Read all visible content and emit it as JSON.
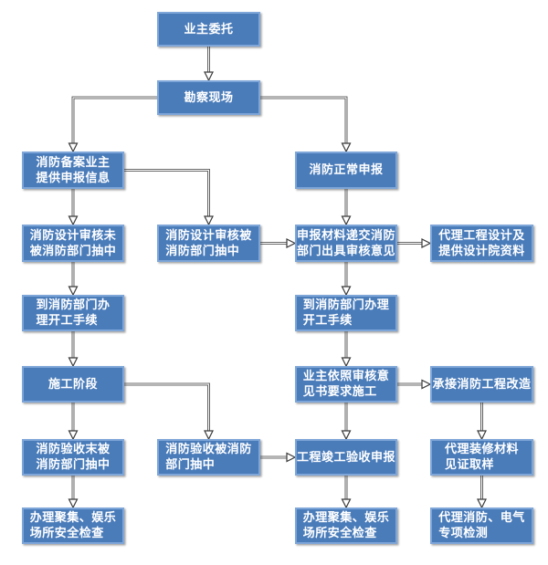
{
  "diagram": {
    "type": "flowchart",
    "colors": {
      "background": "#ffffff",
      "node_fill": "#4a7cba",
      "node_border": "#7ea6d8",
      "node_text": "#ffffff",
      "connector": "#3a3a3a",
      "arrowhead_fill": "#ffffff"
    },
    "nodes": [
      {
        "id": "n1",
        "label": "业主委托"
      },
      {
        "id": "n2",
        "label": "勘察现场"
      },
      {
        "id": "n3",
        "label": "消防备案业主\n提供申报信息"
      },
      {
        "id": "n4",
        "label": "消防正常申报"
      },
      {
        "id": "n5",
        "label": "消防设计审核未\n被消防部门抽中"
      },
      {
        "id": "n6",
        "label": "消防设计审核被\n消防部门抽中"
      },
      {
        "id": "n7",
        "label": "申报材料递交消防\n部门出具审核意见"
      },
      {
        "id": "n8",
        "label": "代理工程设计及\n提供设计院资料"
      },
      {
        "id": "n9",
        "label": "到消防部门办\n理开工手续"
      },
      {
        "id": "n10",
        "label": "到消防部门办理\n开工手续"
      },
      {
        "id": "n11",
        "label": "施工阶段"
      },
      {
        "id": "n12",
        "label": "业主依照审核意\n见书要求施工"
      },
      {
        "id": "n13",
        "label": "承接消防工程改造"
      },
      {
        "id": "n14",
        "label": "消防验收末被\n消防部门抽中"
      },
      {
        "id": "n15",
        "label": "消防验收被消防\n部门抽中"
      },
      {
        "id": "n16",
        "label": "工程竣工验收申报"
      },
      {
        "id": "n17",
        "label": "代理装修材料\n见证取样"
      },
      {
        "id": "n18",
        "label": "办理聚集、娱乐\n场所安全检查"
      },
      {
        "id": "n19",
        "label": "办理聚集、娱乐\n场所安全检查"
      },
      {
        "id": "n20",
        "label": "代理消防、电气\n专项检测"
      }
    ],
    "edges": [
      {
        "from": "n1",
        "to": "n2",
        "route": "v"
      },
      {
        "from": "n2",
        "to": "n3",
        "route": "elbow"
      },
      {
        "from": "n2",
        "to": "n4",
        "route": "elbow"
      },
      {
        "from": "n3",
        "to": "n5",
        "route": "v"
      },
      {
        "from": "n3",
        "to": "n6",
        "route": "elbow"
      },
      {
        "from": "n6",
        "to": "n7",
        "route": "h"
      },
      {
        "from": "n4",
        "to": "n7",
        "route": "v"
      },
      {
        "from": "n7",
        "to": "n8",
        "route": "h"
      },
      {
        "from": "n5",
        "to": "n9",
        "route": "v"
      },
      {
        "from": "n7",
        "to": "n10",
        "route": "v"
      },
      {
        "from": "n9",
        "to": "n11",
        "route": "v"
      },
      {
        "from": "n10",
        "to": "n12",
        "route": "v"
      },
      {
        "from": "n12",
        "to": "n13",
        "route": "h"
      },
      {
        "from": "n11",
        "to": "n14",
        "route": "v"
      },
      {
        "from": "n11",
        "to": "n15",
        "route": "elbow"
      },
      {
        "from": "n12",
        "to": "n16",
        "route": "v"
      },
      {
        "from": "n15",
        "to": "n16",
        "route": "h"
      },
      {
        "from": "n14",
        "to": "n18",
        "route": "v"
      },
      {
        "from": "n16",
        "to": "n19",
        "route": "v"
      },
      {
        "from": "n13",
        "to": "n17",
        "route": "v"
      },
      {
        "from": "n17",
        "to": "n20",
        "route": "v"
      }
    ]
  }
}
